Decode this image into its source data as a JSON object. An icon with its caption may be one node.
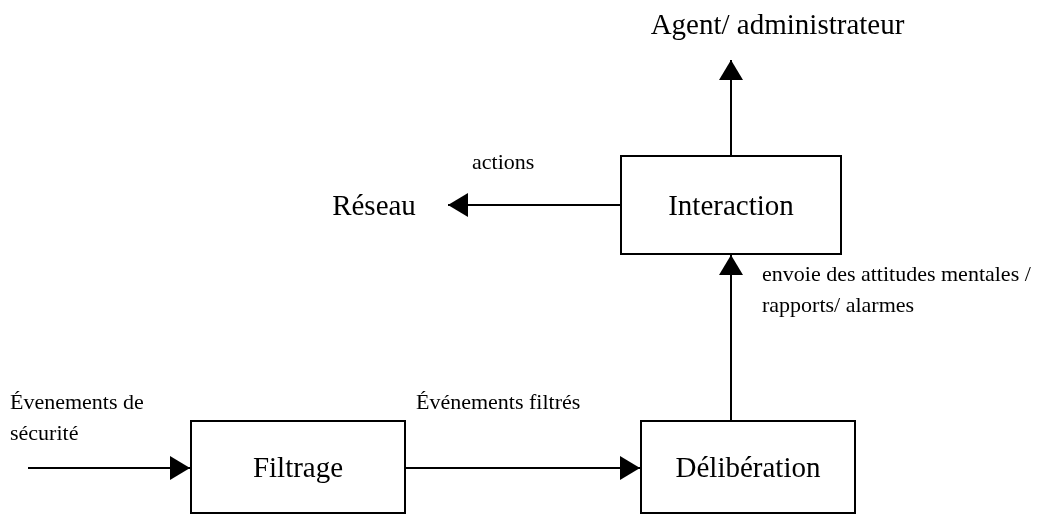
{
  "diagram": {
    "nodes": [
      {
        "text": [
          "Agent/ administrateur"
        ]
      },
      {
        "text": [
          "Réseau"
        ]
      },
      {
        "text": [
          "Interaction"
        ]
      },
      {
        "text": [
          "Filtrage"
        ]
      },
      {
        "text": [
          "Délibération"
        ]
      }
    ],
    "edges": [
      {
        "from": null,
        "to": 3,
        "arrow": "to",
        "label": "Évenements de sécurité"
      },
      {
        "from": 3,
        "to": 4,
        "arrow": "to",
        "label": "Événements filtrés"
      },
      {
        "from": 4,
        "to": 2,
        "arrow": "to",
        "label": "envoie des attitudes mentales / rapports/ alarmes"
      },
      {
        "from": 2,
        "to": 1,
        "arrow": "to",
        "label": "actions"
      },
      {
        "from": 2,
        "to": 0,
        "arrow": "to"
      }
    ]
  }
}
